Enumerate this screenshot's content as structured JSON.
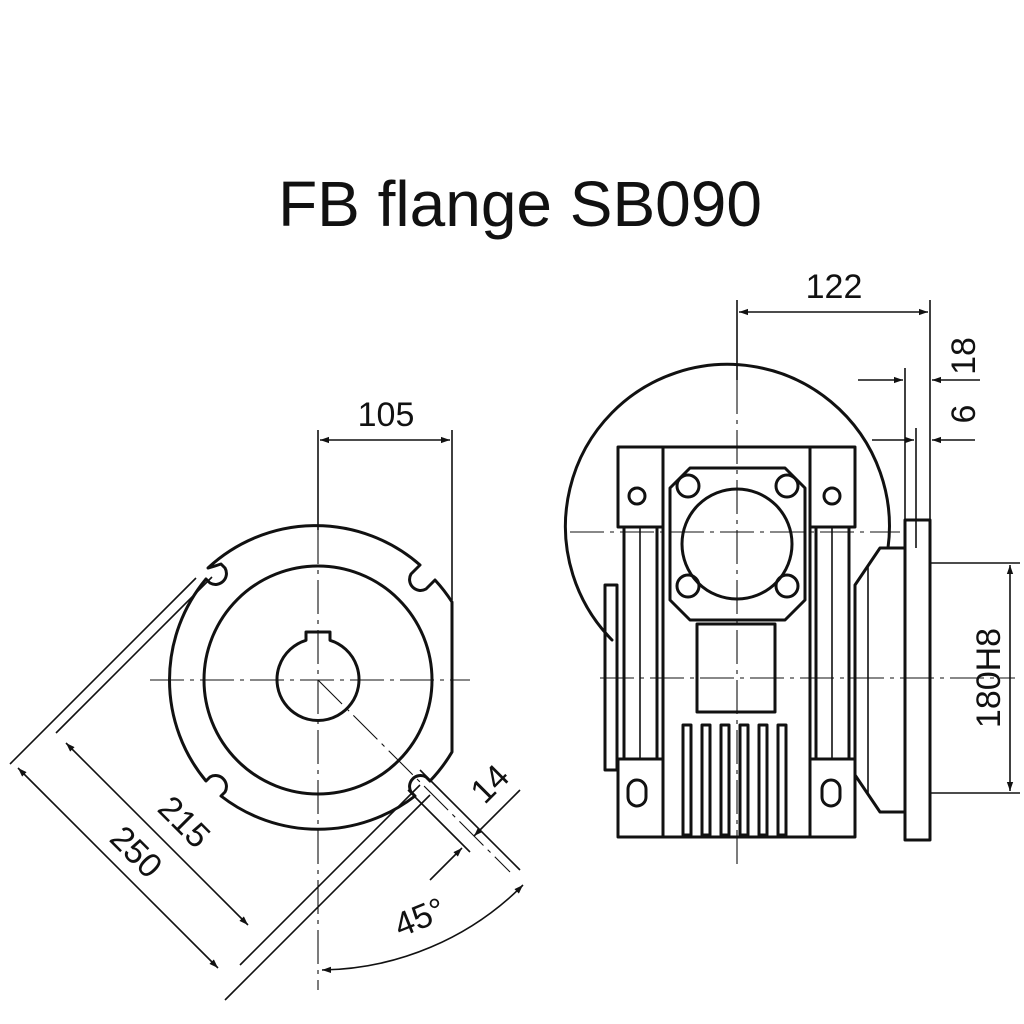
{
  "title": "FB flange SB090",
  "dimensions": {
    "width_105": "105",
    "pcd_215": "215",
    "outer_250": "250",
    "slot_14": "14",
    "angle_45": "45°",
    "length_122": "122",
    "flange_18": "18",
    "spigot_6": "6",
    "spigot_dia": "180H8"
  }
}
